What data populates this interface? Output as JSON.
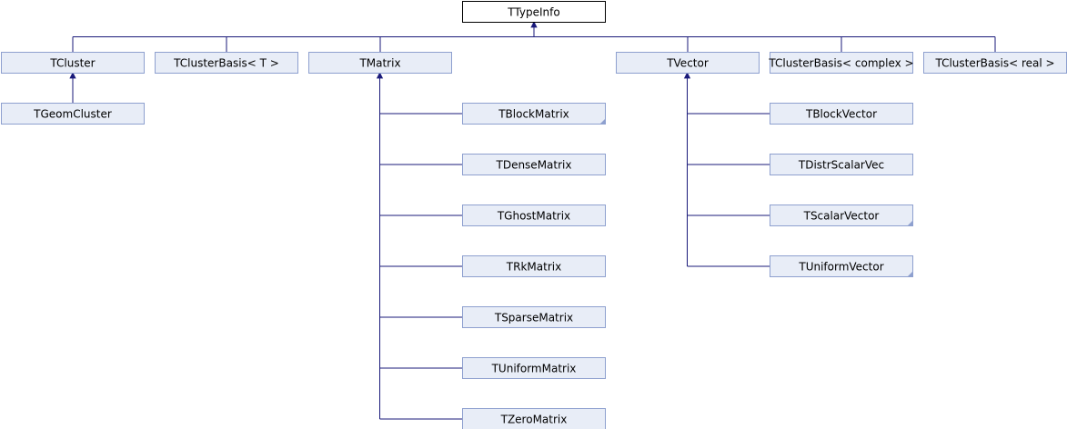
{
  "colors": {
    "edge": "#1a1a7a",
    "box_border": "#8ea0cf",
    "box_fill": "#e8edf7",
    "root_border": "#000000",
    "root_fill": "#ffffff",
    "fold_marker": "#8ea0cf"
  },
  "nodes": [
    {
      "id": "ttypeinfo",
      "label": "TTypeInfo",
      "root": true
    },
    {
      "id": "tcluster",
      "label": "TCluster"
    },
    {
      "id": "tclusterbasis-t",
      "label": "TClusterBasis< T >"
    },
    {
      "id": "tmatrix",
      "label": "TMatrix"
    },
    {
      "id": "tvector",
      "label": "TVector"
    },
    {
      "id": "tclusterbasis-complex",
      "label": "TClusterBasis< complex >"
    },
    {
      "id": "tclusterbasis-real",
      "label": "TClusterBasis< real >"
    },
    {
      "id": "tgeomcluster",
      "label": "TGeomCluster"
    },
    {
      "id": "tblockmatrix",
      "label": "TBlockMatrix",
      "more": true
    },
    {
      "id": "tdensematrix",
      "label": "TDenseMatrix"
    },
    {
      "id": "tghostmatrix",
      "label": "TGhostMatrix"
    },
    {
      "id": "trkmatrix",
      "label": "TRkMatrix"
    },
    {
      "id": "tsparsematrix",
      "label": "TSparseMatrix"
    },
    {
      "id": "tuniformmatrix",
      "label": "TUniformMatrix"
    },
    {
      "id": "tzeromatrix",
      "label": "TZeroMatrix"
    },
    {
      "id": "tblockvector",
      "label": "TBlockVector"
    },
    {
      "id": "tdistrscalarvec",
      "label": "TDistrScalarVec"
    },
    {
      "id": "tscalarvector",
      "label": "TScalarVector",
      "more": true
    },
    {
      "id": "tuniformvector",
      "label": "TUniformVector",
      "more": true
    }
  ],
  "edges": [
    {
      "parent": "ttypeinfo",
      "children": [
        "tcluster",
        "tclusterbasis-t",
        "tmatrix",
        "tvector",
        "tclusterbasis-complex",
        "tclusterbasis-real"
      ]
    },
    {
      "parent": "tcluster",
      "children": [
        "tgeomcluster"
      ]
    },
    {
      "parent": "tmatrix",
      "children": [
        "tblockmatrix",
        "tdensematrix",
        "tghostmatrix",
        "trkmatrix",
        "tsparsematrix",
        "tuniformmatrix",
        "tzeromatrix"
      ]
    },
    {
      "parent": "tvector",
      "children": [
        "tblockvector",
        "tdistrscalarvec",
        "tscalarvector",
        "tuniformvector"
      ]
    }
  ]
}
